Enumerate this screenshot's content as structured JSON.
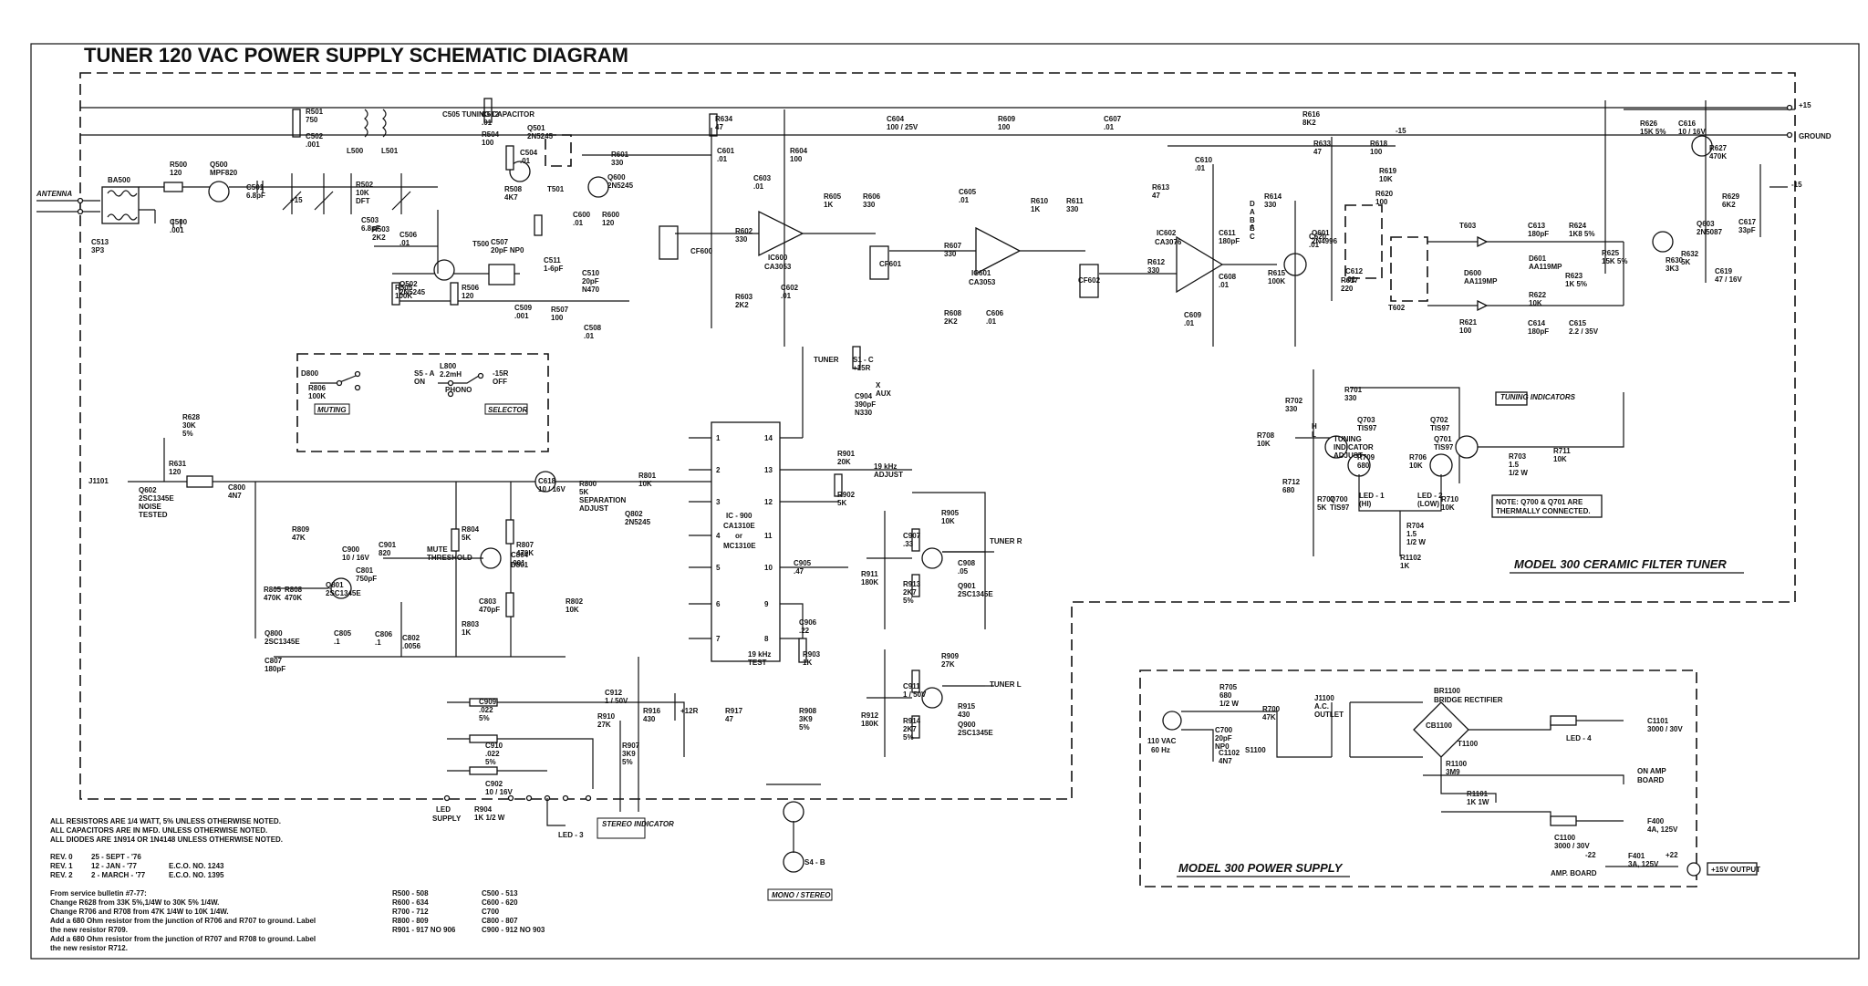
{
  "title": "TUNER 120 VAC POWER SUPPLY SCHEMATIC DIAGRAM",
  "sections": {
    "tuner_box": "MODEL 300 CERAMIC FILTER TUNER",
    "power_box": "MODEL 300 POWER SUPPLY",
    "muting": "MUTING",
    "selector": "SELECTOR",
    "tuning_indicators": "TUNING INDICATORS",
    "stereo_indicator": "STEREO INDICATOR",
    "mono_stereo": "MONO / STEREO",
    "out15": "+15V OUTPUT"
  },
  "notes": {
    "general": [
      "ALL RESISTORS ARE 1/4 WATT,  5% UNLESS OTHERWISE NOTED.",
      "ALL CAPACITORS ARE IN MFD. UNLESS OTHERWISE NOTED.",
      "ALL DIODES ARE 1N914 OR 1N4148 UNLESS OTHERWISE NOTED."
    ],
    "revisions": [
      {
        "rev": "REV. 0",
        "date": "25 - SEPT - '76",
        "eco": ""
      },
      {
        "rev": "REV. 1",
        "date": "12 - JAN - '77",
        "eco": "E.C.O. NO. 1243"
      },
      {
        "rev": "REV. 2",
        "date": "2 - MARCH - '77",
        "eco": "E.C.O. NO. 1395"
      }
    ],
    "bulletin": [
      "From service bulletin #7-77:",
      "Change R628 from 33K 5%,1/4W to 30K 5% 1/4W.",
      "Change R706 and R708 from 47K 1/4W to 10K 1/4W.",
      "Add a 680 Ohm resistor from the junction of R706 and R707 to ground. Label",
      "the new resistor R709.",
      "Add a 680 Ohm resistor from the junction of R707 and R708 to ground. Label",
      "the new resistor R712."
    ],
    "ranges_left": [
      "R500 - 508",
      "R600 - 634",
      "R700 - 712",
      "R800 - 809",
      "R901 - 917  NO 906"
    ],
    "ranges_right": [
      "C500 - 513",
      "C600 - 620",
      "C700",
      "C800 - 807",
      "C900 - 912  NO 903"
    ],
    "thermal": [
      "NOTE: Q700 & Q701 ARE",
      "THERMALLY CONNECTED."
    ]
  },
  "ic_labels": {
    "ic900": [
      "IC - 900",
      "CA1310E",
      "or",
      "MC1310E"
    ],
    "ic600": [
      "IC600",
      "CA3053"
    ],
    "ic601": [
      "IC601",
      "CA3053"
    ],
    "ic602": [
      "IC602",
      "CA3076"
    ]
  },
  "ic900_pins": {
    "left": [
      "1",
      "2",
      "3",
      "4",
      "5",
      "6",
      "7"
    ],
    "right": [
      "14",
      "13",
      "12",
      "11",
      "10",
      "9",
      "8"
    ]
  },
  "terminals": {
    "antenna": "ANTENNA",
    "plus15": "+15",
    "ground": "GROUND",
    "tuner_r": "TUNER R",
    "tuner_l": "TUNER L",
    "led_supply": [
      "LED",
      "SUPPLY"
    ],
    "led3": "LED - 3",
    "s4b": "S4 - B",
    "on_amp_board": [
      "ON AMP",
      "BOARD"
    ],
    "amp_board": "AMP. BOARD",
    "vac": [
      "110 VAC",
      "60 Hz"
    ],
    "bridge": [
      "BR1100",
      "BRIDGE RECTIFIER"
    ]
  },
  "labels": [
    {
      "t": [
        "C513",
        "3P3"
      ]
    },
    {
      "t": [
        "BA500"
      ]
    },
    {
      "t": [
        "R500",
        "120"
      ]
    },
    {
      "t": [
        "C500",
        ".001"
      ]
    },
    {
      "t": [
        "Q500",
        "MPF820"
      ]
    },
    {
      "t": [
        "C501",
        "6.8pF"
      ]
    },
    {
      "t": [
        "R501",
        "750"
      ]
    },
    {
      "t": [
        "C502",
        ".001"
      ]
    },
    {
      "t": [
        "L500"
      ]
    },
    {
      "t": [
        "L501"
      ]
    },
    {
      "t": [
        "R502",
        "10K",
        "DFT"
      ]
    },
    {
      "t": [
        "C503",
        "6.8pF"
      ]
    },
    {
      "t": [
        "C505 TUNING CAPACITOR"
      ]
    },
    {
      "t": [
        "C512",
        ".01"
      ]
    },
    {
      "t": [
        "R504",
        "100"
      ]
    },
    {
      "t": [
        "C504",
        ".01"
      ]
    },
    {
      "t": [
        "Q501",
        "2N5245"
      ]
    },
    {
      "t": [
        "R508",
        "4K7"
      ]
    },
    {
      "t": [
        "T501"
      ]
    },
    {
      "t": [
        "C506",
        ".01"
      ]
    },
    {
      "t": [
        "R503",
        "2K2"
      ]
    },
    {
      "t": [
        "C507",
        "20pF NP0"
      ]
    },
    {
      "t": [
        "Q502",
        "2N5245"
      ]
    },
    {
      "t": [
        "T500"
      ]
    },
    {
      "t": [
        "C511",
        "1-6pF"
      ]
    },
    {
      "t": [
        "C510",
        "20pF",
        "N470"
      ]
    },
    {
      "t": [
        "R505",
        "100K"
      ]
    },
    {
      "t": [
        "R506",
        "120"
      ]
    },
    {
      "t": [
        "C509",
        ".001"
      ]
    },
    {
      "t": [
        "R507",
        "100"
      ]
    },
    {
      "t": [
        "C508",
        ".01"
      ]
    },
    {
      "t": [
        "R601",
        "330"
      ]
    },
    {
      "t": [
        "Q600",
        "2N5245"
      ]
    },
    {
      "t": [
        "C600",
        ".01"
      ]
    },
    {
      "t": [
        "R600",
        "120"
      ]
    },
    {
      "t": [
        "CF600"
      ]
    },
    {
      "t": [
        "R634",
        "47"
      ]
    },
    {
      "t": [
        "C601",
        ".01"
      ]
    },
    {
      "t": [
        "R604",
        "100"
      ]
    },
    {
      "t": [
        "C603",
        ".01"
      ]
    },
    {
      "t": [
        "R602",
        "330"
      ]
    },
    {
      "t": [
        "R603",
        "2K2"
      ]
    },
    {
      "t": [
        "C602",
        ".01"
      ]
    },
    {
      "t": [
        "R605",
        "1K"
      ]
    },
    {
      "t": [
        "R606",
        "330"
      ]
    },
    {
      "t": [
        "CF601"
      ]
    },
    {
      "t": [
        "C604",
        "100 / 25V"
      ]
    },
    {
      "t": [
        "R609",
        "100"
      ]
    },
    {
      "t": [
        "C605",
        ".01"
      ]
    },
    {
      "t": [
        "R607",
        "330"
      ]
    },
    {
      "t": [
        "R608",
        "2K2"
      ]
    },
    {
      "t": [
        "C606",
        ".01"
      ]
    },
    {
      "t": [
        "R610",
        "1K"
      ]
    },
    {
      "t": [
        "R611",
        "330"
      ]
    },
    {
      "t": [
        "C607",
        ".01"
      ]
    },
    {
      "t": [
        "CF602"
      ]
    },
    {
      "t": [
        "R612",
        "330"
      ]
    },
    {
      "t": [
        "C609",
        ".01"
      ]
    },
    {
      "t": [
        "C610",
        ".01"
      ]
    },
    {
      "t": [
        "R613",
        "47"
      ]
    },
    {
      "t": [
        "C608",
        ".01"
      ]
    },
    {
      "t": [
        "C611",
        "180pF"
      ]
    },
    {
      "t": [
        "R614",
        "330"
      ]
    },
    {
      "t": [
        "R615",
        "100K"
      ]
    },
    {
      "t": [
        "R616",
        "8K2"
      ]
    },
    {
      "t": [
        "R633",
        "47"
      ]
    },
    {
      "t": [
        "C620",
        ".01"
      ]
    },
    {
      "t": [
        "Q601",
        "2N4996"
      ]
    },
    {
      "t": [
        "R617",
        "220"
      ]
    },
    {
      "t": [
        "R618",
        "100"
      ]
    },
    {
      "t": [
        "R619",
        "10K"
      ]
    },
    {
      "t": [
        "R620",
        "100"
      ]
    },
    {
      "t": [
        "C612",
        ".01"
      ]
    },
    {
      "t": [
        "T602"
      ]
    },
    {
      "t": [
        "T603"
      ]
    },
    {
      "t": [
        "R621",
        "100"
      ]
    },
    {
      "t": [
        "D600",
        "AA119MP"
      ]
    },
    {
      "t": [
        "D601",
        "AA119MP"
      ]
    },
    {
      "t": [
        "R622",
        "10K"
      ]
    },
    {
      "t": [
        "C613",
        "180pF"
      ]
    },
    {
      "t": [
        "C614",
        "180pF"
      ]
    },
    {
      "t": [
        "R623",
        "1K  5%"
      ]
    },
    {
      "t": [
        "R624",
        "1K8  5%"
      ]
    },
    {
      "t": [
        "C615",
        "2.2 / 35V"
      ]
    },
    {
      "t": [
        "R625",
        "15K  5%"
      ]
    },
    {
      "t": [
        "R626",
        "15K  5%"
      ]
    },
    {
      "t": [
        "C616",
        "10 / 16V"
      ]
    },
    {
      "t": [
        "R627",
        "470K"
      ]
    },
    {
      "t": [
        "R629",
        "6K2"
      ]
    },
    {
      "t": [
        "Q603",
        "2N5087"
      ]
    },
    {
      "t": [
        "C617",
        "33pF"
      ]
    },
    {
      "t": [
        "R632",
        "5K"
      ]
    },
    {
      "t": [
        "R630",
        "3K3"
      ]
    },
    {
      "t": [
        "C619",
        "47 / 16V"
      ]
    },
    {
      "t": [
        "R628",
        "30K",
        "5%"
      ]
    },
    {
      "t": [
        "Q602",
        "2SC1345E",
        "NOISE",
        "TESTED"
      ]
    },
    {
      "t": [
        "R631",
        "120"
      ]
    },
    {
      "t": [
        "C800",
        "4N7"
      ]
    },
    {
      "t": [
        "C618",
        "10 / 16V"
      ]
    },
    {
      "t": [
        "R800",
        "5K",
        "SEPARATION",
        "ADJUST"
      ]
    },
    {
      "t": [
        "R801",
        "10K"
      ]
    },
    {
      "t": [
        "Q802",
        "2N5245"
      ]
    },
    {
      "t": [
        "R809",
        "47K"
      ]
    },
    {
      "t": [
        "C900",
        "10 / 16V"
      ]
    },
    {
      "t": [
        "C901",
        "820"
      ]
    },
    {
      "t": [
        "MUTE",
        "THRESHOLD"
      ]
    },
    {
      "t": [
        "R804",
        "5K"
      ]
    },
    {
      "t": [
        "C804",
        ".001"
      ]
    },
    {
      "t": [
        "D801"
      ]
    },
    {
      "t": [
        "R807",
        "470K"
      ]
    },
    {
      "t": [
        "R805",
        "470K"
      ]
    },
    {
      "t": [
        "R808",
        "470K"
      ]
    },
    {
      "t": [
        "Q801",
        "2SC1345E"
      ]
    },
    {
      "t": [
        "C801",
        "750pF"
      ]
    },
    {
      "t": [
        "C803",
        "470pF"
      ]
    },
    {
      "t": [
        "R802",
        "10K"
      ]
    },
    {
      "t": [
        "Q800",
        "2SC1345E"
      ]
    },
    {
      "t": [
        "C805",
        ".1"
      ]
    },
    {
      "t": [
        "C806",
        ".1"
      ]
    },
    {
      "t": [
        "C802",
        ".0056"
      ]
    },
    {
      "t": [
        "R803",
        "1K"
      ]
    },
    {
      "t": [
        "C807",
        "180pF"
      ]
    },
    {
      "t": [
        "D800"
      ]
    },
    {
      "t": [
        "R806",
        "100K"
      ]
    },
    {
      "t": [
        "L800",
        "2.2mH"
      ]
    },
    {
      "t": [
        "S5 - A",
        "ON"
      ]
    },
    {
      "t": [
        "-15R",
        "OFF"
      ]
    },
    {
      "t": [
        "PHONO"
      ]
    },
    {
      "t": [
        "TUNER"
      ]
    },
    {
      "t": [
        "S1 - C",
        "+15R"
      ]
    },
    {
      "t": [
        "X",
        "AUX"
      ]
    },
    {
      "t": [
        "C904",
        "390pF",
        "N330"
      ]
    },
    {
      "t": [
        "R901",
        "20K"
      ]
    },
    {
      "t": [
        "19 kHz",
        "ADJUST"
      ]
    },
    {
      "t": [
        "R902",
        "5K"
      ]
    },
    {
      "t": [
        "C905",
        ".47"
      ]
    },
    {
      "t": [
        "C906",
        ".22"
      ]
    },
    {
      "t": [
        "R903",
        "1K"
      ]
    },
    {
      "t": [
        "19 kHz",
        "TEST"
      ]
    },
    {
      "t": [
        "C907",
        ".33"
      ]
    },
    {
      "t": [
        "R905",
        "10K"
      ]
    },
    {
      "t": [
        "C908",
        ".05"
      ]
    },
    {
      "t": [
        "R911",
        "180K"
      ]
    },
    {
      "t": [
        "R913",
        "2K7",
        "5%"
      ]
    },
    {
      "t": [
        "Q901",
        "2SC1345E"
      ]
    },
    {
      "t": [
        "C911",
        "1 / 50V"
      ]
    },
    {
      "t": [
        "R909",
        "27K"
      ]
    },
    {
      "t": [
        "R915",
        "430"
      ]
    },
    {
      "t": [
        "R912",
        "180K"
      ]
    },
    {
      "t": [
        "R914",
        "2K7",
        "5%"
      ]
    },
    {
      "t": [
        "Q900",
        "2SC1345E"
      ]
    },
    {
      "t": [
        "C912",
        "1 / 50V"
      ]
    },
    {
      "t": [
        "R910",
        "27K"
      ]
    },
    {
      "t": [
        "R916",
        "430"
      ]
    },
    {
      "t": [
        "+12R"
      ]
    },
    {
      "t": [
        "R917",
        "47"
      ]
    },
    {
      "t": [
        "R908",
        "3K9",
        "5%"
      ]
    },
    {
      "t": [
        "R907",
        "3K9",
        "5%"
      ]
    },
    {
      "t": [
        "C909",
        ".022",
        "5%"
      ]
    },
    {
      "t": [
        "C910",
        ".022",
        "5%"
      ]
    },
    {
      "t": [
        "C902",
        "10 / 16V"
      ]
    },
    {
      "t": [
        "R904",
        "1K  1/2 W"
      ]
    },
    {
      "t": [
        "R701",
        "330"
      ]
    },
    {
      "t": [
        "R702",
        "330"
      ]
    },
    {
      "t": [
        "H",
        "L"
      ]
    },
    {
      "t": [
        "R708",
        "10K"
      ]
    },
    {
      "t": [
        "R712",
        "680"
      ]
    },
    {
      "t": [
        "R707",
        "5K"
      ]
    },
    {
      "t": [
        "TUNING",
        "INDICATOR",
        "ADJUST"
      ]
    },
    {
      "t": [
        "R709",
        "680"
      ]
    },
    {
      "t": [
        "R706",
        "10K"
      ]
    },
    {
      "t": [
        "Q701",
        "TIS97"
      ]
    },
    {
      "t": [
        "Q703",
        "TIS97"
      ]
    },
    {
      "t": [
        "Q702",
        "TIS97"
      ]
    },
    {
      "t": [
        "Q700",
        "TIS97"
      ]
    },
    {
      "t": [
        "LED - 1",
        "(HI)"
      ]
    },
    {
      "t": [
        "LED - 2",
        "(LOW)"
      ]
    },
    {
      "t": [
        "R710",
        "10K"
      ]
    },
    {
      "t": [
        "R704",
        "1.5",
        "1/2 W"
      ]
    },
    {
      "t": [
        "R703",
        "1.5",
        "1/2 W"
      ]
    },
    {
      "t": [
        "R711",
        "10K"
      ]
    },
    {
      "t": [
        "R705",
        "680",
        "1/2 W"
      ]
    },
    {
      "t": [
        "C700",
        "20pF",
        "NP0"
      ]
    },
    {
      "t": [
        "R700",
        "47K"
      ]
    },
    {
      "t": [
        "S1100"
      ]
    },
    {
      "t": [
        "C1102",
        "4N7"
      ]
    },
    {
      "t": [
        "J1100",
        "A.C.",
        "OUTLET"
      ]
    },
    {
      "t": [
        "CB1100"
      ]
    },
    {
      "t": [
        "R1100",
        "3M9"
      ]
    },
    {
      "t": [
        "T1100"
      ]
    },
    {
      "t": [
        "R1101",
        "1K 1W"
      ]
    },
    {
      "t": [
        "LED - 4"
      ]
    },
    {
      "t": [
        "C1100",
        "3000 / 30V"
      ]
    },
    {
      "t": [
        "C1101",
        "3000 / 30V"
      ]
    },
    {
      "t": [
        "F400",
        "4A, 125V"
      ]
    },
    {
      "t": [
        "F401",
        "3A, 125V"
      ]
    },
    {
      "t": [
        "+22"
      ]
    },
    {
      "t": [
        "-22"
      ]
    },
    {
      "t": [
        "R1102",
        "1K"
      ]
    },
    {
      "t": [
        "J1101"
      ]
    },
    {
      "t": [
        "+15"
      ]
    },
    {
      "t": [
        "-15"
      ]
    },
    {
      "t": [
        "A"
      ]
    },
    {
      "t": [
        "D",
        "A",
        "B",
        "E",
        "C"
      ]
    },
    {
      "t": [
        "-15"
      ]
    },
    {
      "t": [
        "+15"
      ]
    },
    {
      "t": [
        "+15"
      ]
    },
    {
      "t": [
        "+15"
      ]
    },
    {
      "t": [
        "+15"
      ]
    },
    {
      "t": [
        "-15"
      ]
    },
    {
      "t": [
        "A"
      ]
    }
  ]
}
